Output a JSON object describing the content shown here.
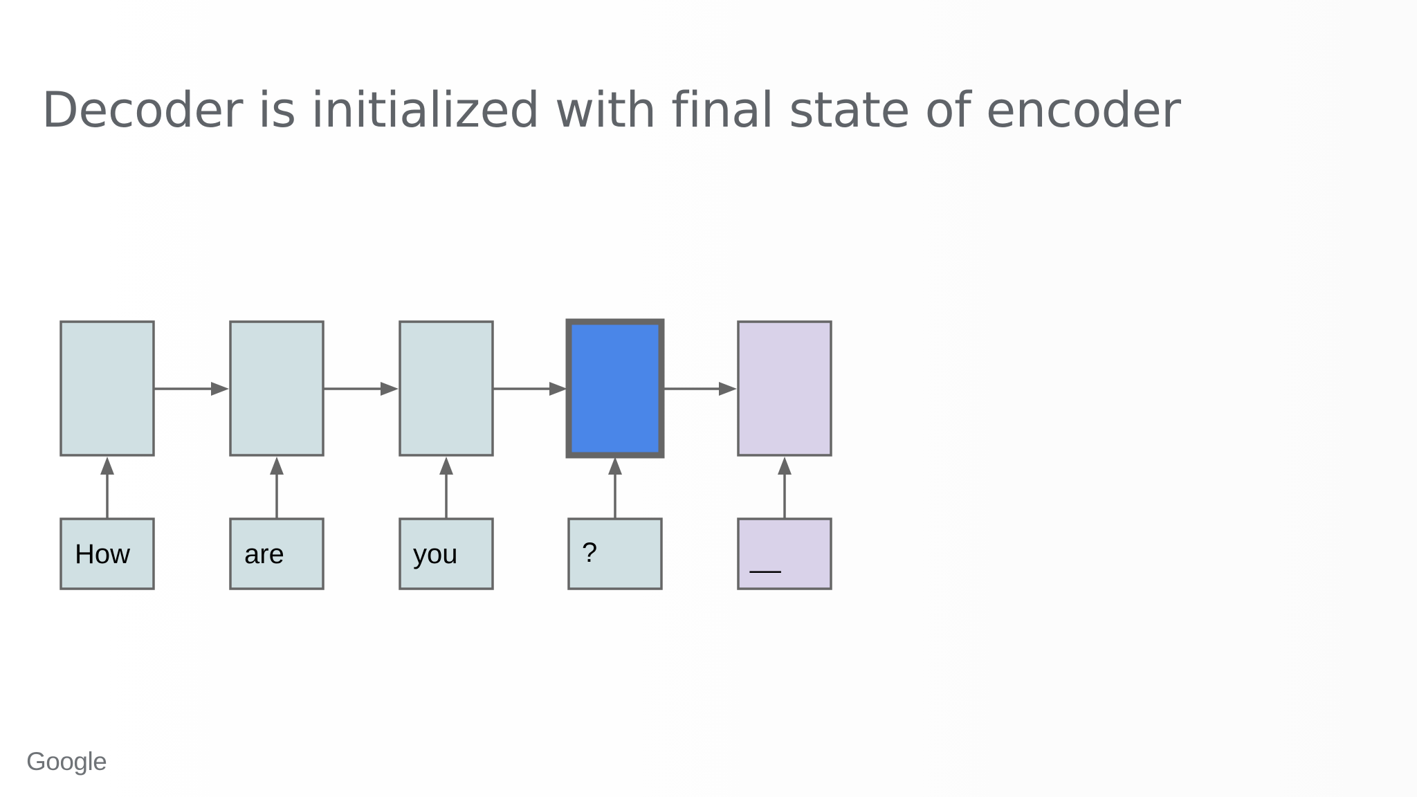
{
  "slide": {
    "title": "Decoder is initialized with final state of encoder",
    "logo": "Google"
  },
  "diagram": {
    "encoder_inputs": [
      "How",
      "are",
      "you",
      "?"
    ],
    "decoder_input": "__",
    "colors": {
      "encoder_cell": "#d0e0e3",
      "final_encoder_cell": "#4a86e8",
      "decoder_cell": "#d9d2e9",
      "stroke": "#666666"
    }
  }
}
